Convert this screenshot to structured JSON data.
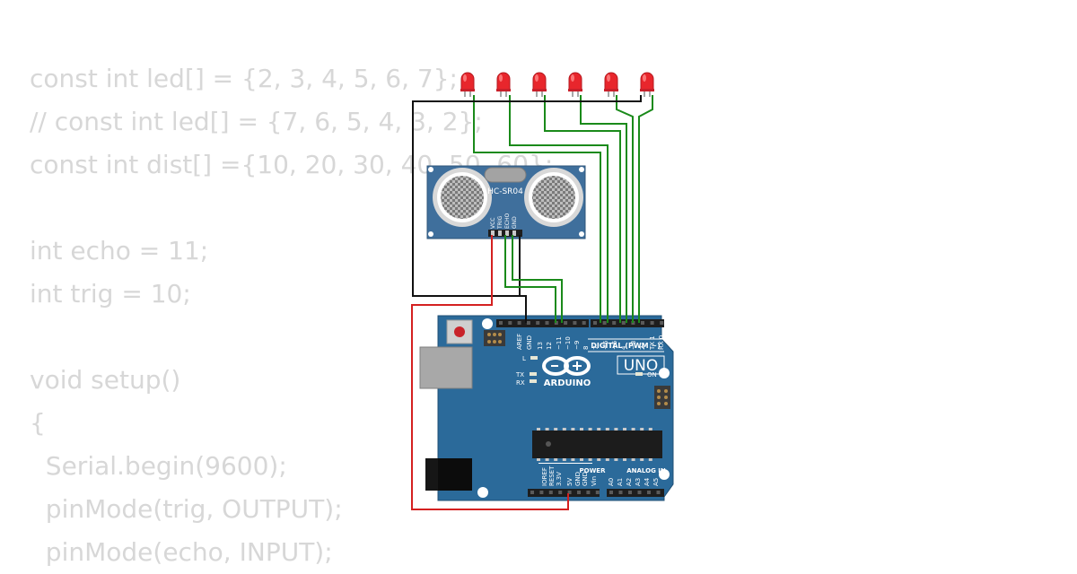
{
  "code_lines": [
    "const int led[] = {2, 3, 4, 5, 6, 7};",
    "// const int led[] = {7, 6, 5, 4, 3, 2};",
    "const int dist[] ={10, 20, 30, 40, 50, 60};",
    "",
    "int echo = 11;",
    "int trig = 10;",
    "",
    "void setup()",
    "{",
    "  Serial.begin(9600);",
    "  pinMode(trig, OUTPUT);",
    "  pinMode(echo, INPUT);"
  ],
  "sensor": {
    "model": "HC-SR04",
    "pins": [
      "VCC",
      "TRIG",
      "ECHO",
      "GND"
    ]
  },
  "board": {
    "brand": "ARDUINO",
    "model": "UNO",
    "digital_label": "DIGITAL (PWM ~)",
    "top_pins": [
      "AREF",
      "GND",
      "13",
      "12",
      "~11",
      "~10",
      "~9",
      "8",
      "7",
      "~6",
      "~5",
      "4",
      "~3",
      "2",
      "TX 1",
      "RX 0"
    ],
    "power_label": "POWER",
    "analog_label": "ANALOG IN",
    "power_pins": [
      "IOREF",
      "RESET",
      "3.3V",
      "5V",
      "GND",
      "GND",
      "Vin"
    ],
    "analog_pins": [
      "A0",
      "A1",
      "A2",
      "A3",
      "A4",
      "A5"
    ],
    "led_l": "L",
    "led_tx": "TX",
    "led_rx": "RX",
    "led_on": "ON"
  },
  "colors": {
    "wire_green": "#1a8a1a",
    "wire_black": "#111111",
    "wire_red": "#d42020",
    "board_blue": "#2b6a9a",
    "sensor_blue": "#3f6f9c",
    "led_red": "#e8262c"
  }
}
